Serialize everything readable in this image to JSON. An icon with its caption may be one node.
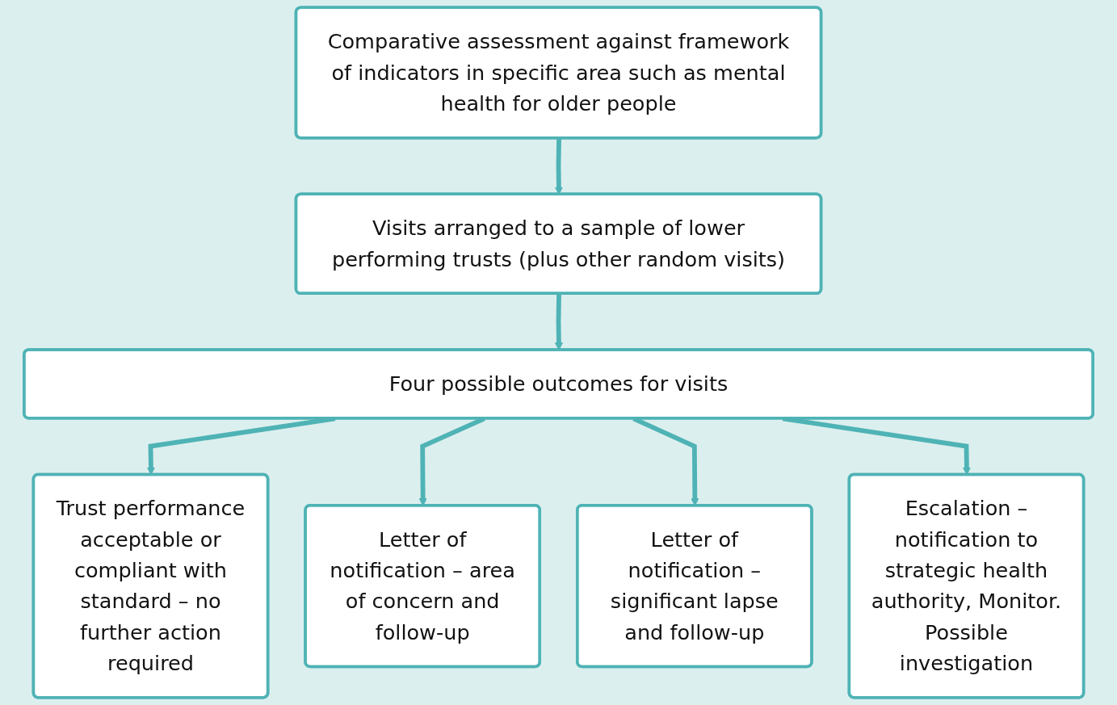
{
  "diagram": {
    "nodes": [
      {
        "text": [
          "Comparative assessment against framework of indicators in specific area such as mental health for older people"
        ]
      },
      {
        "text": [
          "Visits arranged to a sample of lower performing trusts (plus other random visits)"
        ]
      },
      {
        "text": [
          "Four possible outcomes for visits"
        ]
      },
      {
        "text": [
          "Trust performance acceptable or compliant with standard – no further action required"
        ]
      },
      {
        "text": [
          "Letter of notification – area of concern and follow-up"
        ]
      },
      {
        "text": [
          "Letter of notification – significant lapse and follow-up"
        ]
      },
      {
        "text": [
          "Escalation – notification to strategic health authority, Monitor. Possible investigation"
        ]
      }
    ],
    "edges": [
      {
        "from": 0,
        "to": 1,
        "arrow": "to"
      },
      {
        "from": 1,
        "to": 2,
        "arrow": "to"
      },
      {
        "from": 2,
        "to": 3,
        "arrow": "to"
      },
      {
        "from": 2,
        "to": 4,
        "arrow": "to"
      },
      {
        "from": 2,
        "to": 5,
        "arrow": "to"
      },
      {
        "from": 2,
        "to": 6,
        "arrow": "to"
      }
    ]
  }
}
